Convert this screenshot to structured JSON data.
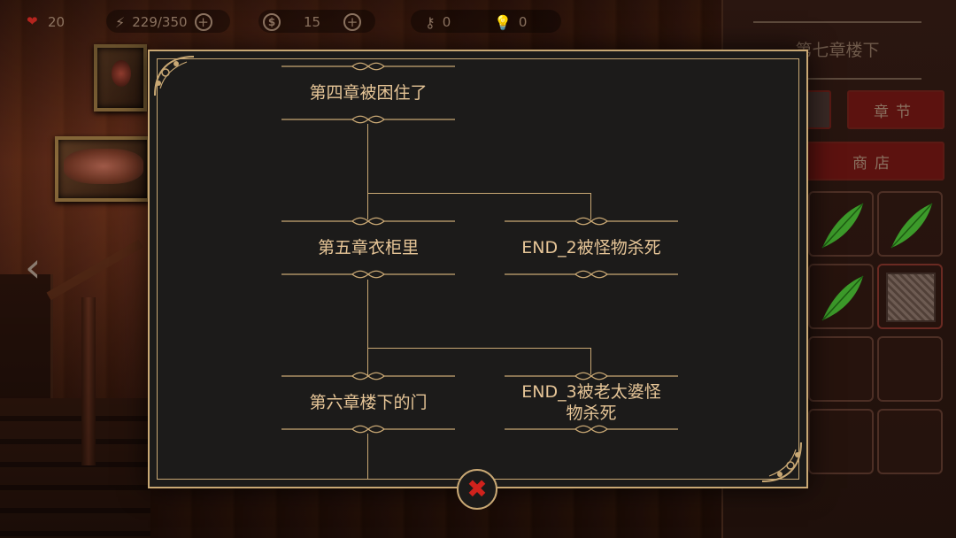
{
  "hud": {
    "lives": "20",
    "energy": "229/350",
    "coins": "15",
    "keys": "0",
    "hints": "0"
  },
  "right_panel": {
    "title": "第七章楼下",
    "tab_chapter": "章节",
    "tab_shop": "商店"
  },
  "tree": {
    "chapter4": "第四章被困住了",
    "chapter5": "第五章衣柜里",
    "end2": "END_2被怪物杀死",
    "chapter6": "第六章楼下的门",
    "end3": "END_3被老太婆怪物杀死"
  },
  "colors": {
    "gold": "#c9a874",
    "text_gold": "#e6c597",
    "close_red": "#d0221c",
    "modal_bg": "#1c1b1a"
  },
  "icons": {
    "close": "close-x-icon",
    "back": "chevron-left-icon"
  }
}
